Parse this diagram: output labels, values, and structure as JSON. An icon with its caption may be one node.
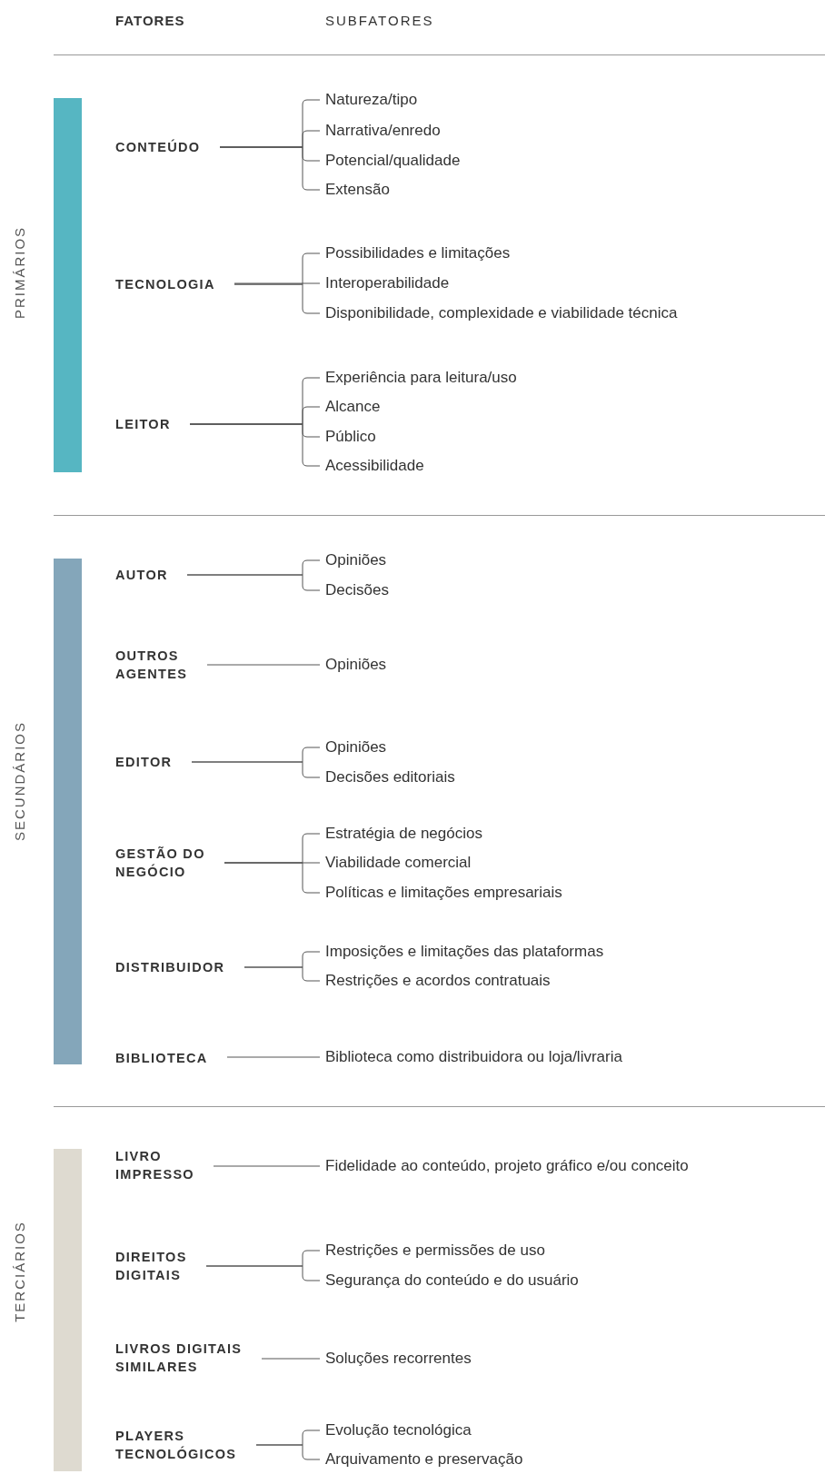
{
  "diagram": {
    "nodes": [
      {
        "text": [],
        "shape": "bar",
        "beside": [
          "PRIMÁRIOS"
        ]
      },
      {
        "text": [
          "CONTEÚDO"
        ]
      },
      {
        "text": [
          "Natureza/tipo"
        ]
      },
      {
        "text": [
          "Narrativa/enredo"
        ]
      },
      {
        "text": [
          "Potencial/qualidade"
        ]
      },
      {
        "text": [
          "Extensão"
        ]
      },
      {
        "text": [
          "TECNOLOGIA"
        ]
      },
      {
        "text": [
          "Possibilidades e limitações"
        ]
      },
      {
        "text": [
          "Interoperabilidade"
        ]
      },
      {
        "text": [
          "Disponibilidade, complexidade e viabilidade técnica"
        ]
      },
      {
        "text": [
          "LEITOR"
        ]
      },
      {
        "text": [
          "Experiência para leitura/uso"
        ]
      },
      {
        "text": [
          "Alcance"
        ]
      },
      {
        "text": [
          "Público"
        ]
      },
      {
        "text": [
          "Acessibilidade"
        ]
      },
      {
        "text": [],
        "shape": "bar",
        "beside": [
          "SECUNDÁRIOS"
        ]
      },
      {
        "text": [
          "AUTOR"
        ]
      },
      {
        "text": [
          "Opiniões"
        ]
      },
      {
        "text": [
          "Decisões"
        ]
      },
      {
        "text": [
          "OUTROS AGENTES"
        ]
      },
      {
        "text": [
          "Opiniões"
        ]
      },
      {
        "text": [
          "EDITOR"
        ]
      },
      {
        "text": [
          "Opiniões"
        ]
      },
      {
        "text": [
          "Decisões editoriais"
        ]
      },
      {
        "text": [
          "GESTÃO DO NEGÓCIO"
        ]
      },
      {
        "text": [
          "Estratégia de negócios"
        ]
      },
      {
        "text": [
          "Viabilidade comercial"
        ]
      },
      {
        "text": [
          "Políticas e limitações empresariais"
        ]
      },
      {
        "text": [
          "DISTRIBUIDOR"
        ]
      },
      {
        "text": [
          "Imposições e limitações das plataformas"
        ]
      },
      {
        "text": [
          "Restrições e acordos contratuais"
        ]
      },
      {
        "text": [
          "BIBLIOTECA"
        ]
      },
      {
        "text": [
          "Biblioteca como distribuidora ou loja/livraria"
        ]
      },
      {
        "text": [],
        "shape": "bar",
        "beside": [
          "TERCIÁRIOS"
        ]
      },
      {
        "text": [
          "LIVRO IMPRESSO"
        ]
      },
      {
        "text": [
          "Fidelidade ao conteúdo, projeto gráfico e/ou conceito"
        ]
      },
      {
        "text": [
          "DIREITOS DIGITAIS"
        ]
      },
      {
        "text": [
          "Restrições e permissões de uso"
        ]
      },
      {
        "text": [
          "Segurança do conteúdo e do usuário"
        ]
      },
      {
        "text": [
          "LIVROS DIGITAIS SIMILARES"
        ]
      },
      {
        "text": [
          "Soluções recorrentes"
        ]
      },
      {
        "text": [
          "PLAYERS TECNOLÓGICOS"
        ]
      },
      {
        "text": [
          "Evolução tecnológica"
        ]
      },
      {
        "text": [
          "Arquivamento e preservação"
        ]
      }
    ],
    "edges": [
      {
        "from": 1,
        "to": 2,
        "arrow": "none"
      },
      {
        "from": 1,
        "to": 3,
        "arrow": "none"
      },
      {
        "from": 1,
        "to": 4,
        "arrow": "none"
      },
      {
        "from": 1,
        "to": 5,
        "arrow": "none"
      },
      {
        "from": 6,
        "to": 7,
        "arrow": "none"
      },
      {
        "from": 6,
        "to": 8,
        "arrow": "none"
      },
      {
        "from": 6,
        "to": 9,
        "arrow": "none"
      },
      {
        "from": 10,
        "to": 11,
        "arrow": "none"
      },
      {
        "from": 10,
        "to": 12,
        "arrow": "none"
      },
      {
        "from": 10,
        "to": 13,
        "arrow": "none"
      },
      {
        "from": 10,
        "to": 14,
        "arrow": "none"
      },
      {
        "from": 16,
        "to": 17,
        "arrow": "none"
      },
      {
        "from": 16,
        "to": 18,
        "arrow": "none"
      },
      {
        "from": 19,
        "to": 20,
        "arrow": "none"
      },
      {
        "from": 21,
        "to": 22,
        "arrow": "none"
      },
      {
        "from": 21,
        "to": 23,
        "arrow": "none"
      },
      {
        "from": 24,
        "to": 25,
        "arrow": "none"
      },
      {
        "from": 24,
        "to": 26,
        "arrow": "none"
      },
      {
        "from": 24,
        "to": 27,
        "arrow": "none"
      },
      {
        "from": 28,
        "to": 29,
        "arrow": "none"
      },
      {
        "from": 28,
        "to": 30,
        "arrow": "none"
      },
      {
        "from": 31,
        "to": 32,
        "arrow": "none"
      },
      {
        "from": 34,
        "to": 35,
        "arrow": "none"
      },
      {
        "from": 36,
        "to": 37,
        "arrow": "none"
      },
      {
        "from": 36,
        "to": 38,
        "arrow": "none"
      },
      {
        "from": 39,
        "to": 40,
        "arrow": "none"
      },
      {
        "from": 41,
        "to": 42,
        "arrow": "none"
      },
      {
        "from": 41,
        "to": 43,
        "arrow": "none"
      }
    ],
    "labels": [
      "FATORES",
      "SUBFATORES"
    ]
  }
}
